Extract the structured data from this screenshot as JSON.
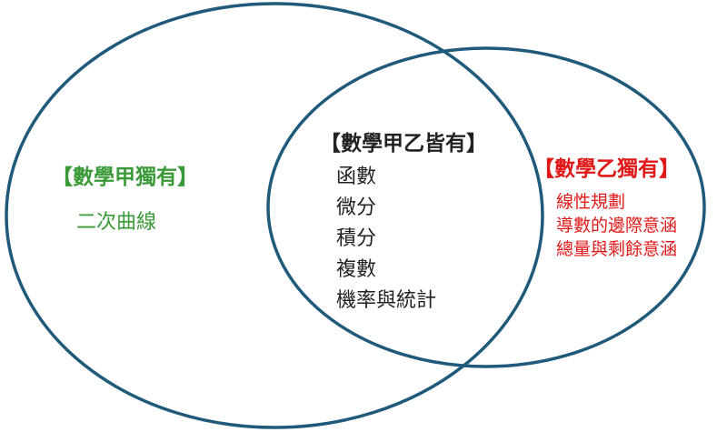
{
  "diagram": {
    "colors": {
      "circle_stroke": "#1f5a7a",
      "only_a": "#3a9a38",
      "both": "#222222",
      "only_b": "#e01818"
    },
    "only_a": {
      "title": "【數學甲獨有】",
      "items": [
        "二次曲線"
      ]
    },
    "both": {
      "title": "【數學甲乙皆有】",
      "items": [
        "函數",
        "微分",
        "積分",
        "複數",
        "機率與統計"
      ]
    },
    "only_b": {
      "title": "【數學乙獨有】",
      "items": [
        "線性規劃",
        "導數的邊際意涵",
        "總量與剩餘意涵"
      ]
    }
  }
}
